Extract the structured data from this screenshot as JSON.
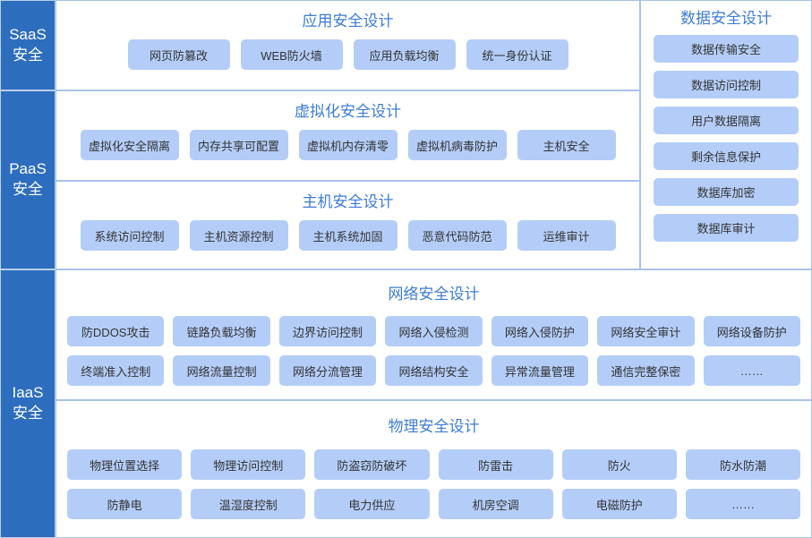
{
  "rails": [
    {
      "name": "saas",
      "line1": "SaaS",
      "line2": "安全"
    },
    {
      "name": "paas",
      "line1": "PaaS",
      "line2": "安全"
    },
    {
      "name": "iaas",
      "line1": "IaaS",
      "line2": "安全"
    }
  ],
  "panels": {
    "application": {
      "title": "应用安全设计",
      "items": [
        "网页防篡改",
        "WEB防火墙",
        "应用负载均衡",
        "统一身份认证"
      ]
    },
    "virtualization": {
      "title": "虚拟化安全设计",
      "items": [
        "虚拟化安全隔离",
        "内存共享可配置",
        "虚拟机内存清零",
        "虚拟机病毒防护",
        "主机安全"
      ]
    },
    "host": {
      "title": "主机安全设计",
      "items": [
        "系统访问控制",
        "主机资源控制",
        "主机系统加固",
        "恶意代码防范",
        "运维审计"
      ]
    },
    "data": {
      "title": "数据安全设计",
      "items": [
        "数据传输安全",
        "数据访问控制",
        "用户数据隔离",
        "剩余信息保护",
        "数据库加密",
        "数据库审计"
      ]
    },
    "network": {
      "title": "网络安全设计",
      "row1": [
        "防DDOS攻击",
        "链路负载均衡",
        "边界访问控制",
        "网络入侵检测",
        "网络入侵防护",
        "网络安全审计",
        "网络设备防护"
      ],
      "row2": [
        "终端准入控制",
        "网络流量控制",
        "网络分流管理",
        "网络结构安全",
        "异常流量管理",
        "通信完整保密",
        "……"
      ]
    },
    "physical": {
      "title": "物理安全设计",
      "row1": [
        "物理位置选择",
        "物理访问控制",
        "防盗窃防破坏",
        "防雷击",
        "防火",
        "防水防潮"
      ],
      "row2": [
        "防静电",
        "温湿度控制",
        "电力供应",
        "机房空调",
        "电磁防护",
        "……"
      ]
    }
  },
  "colors": {
    "rail_blue": "#2d6dbd",
    "chip_blue": "#b4cdf8",
    "title_blue": "#3d7cd6",
    "border_blue": "#a8c4e8"
  }
}
